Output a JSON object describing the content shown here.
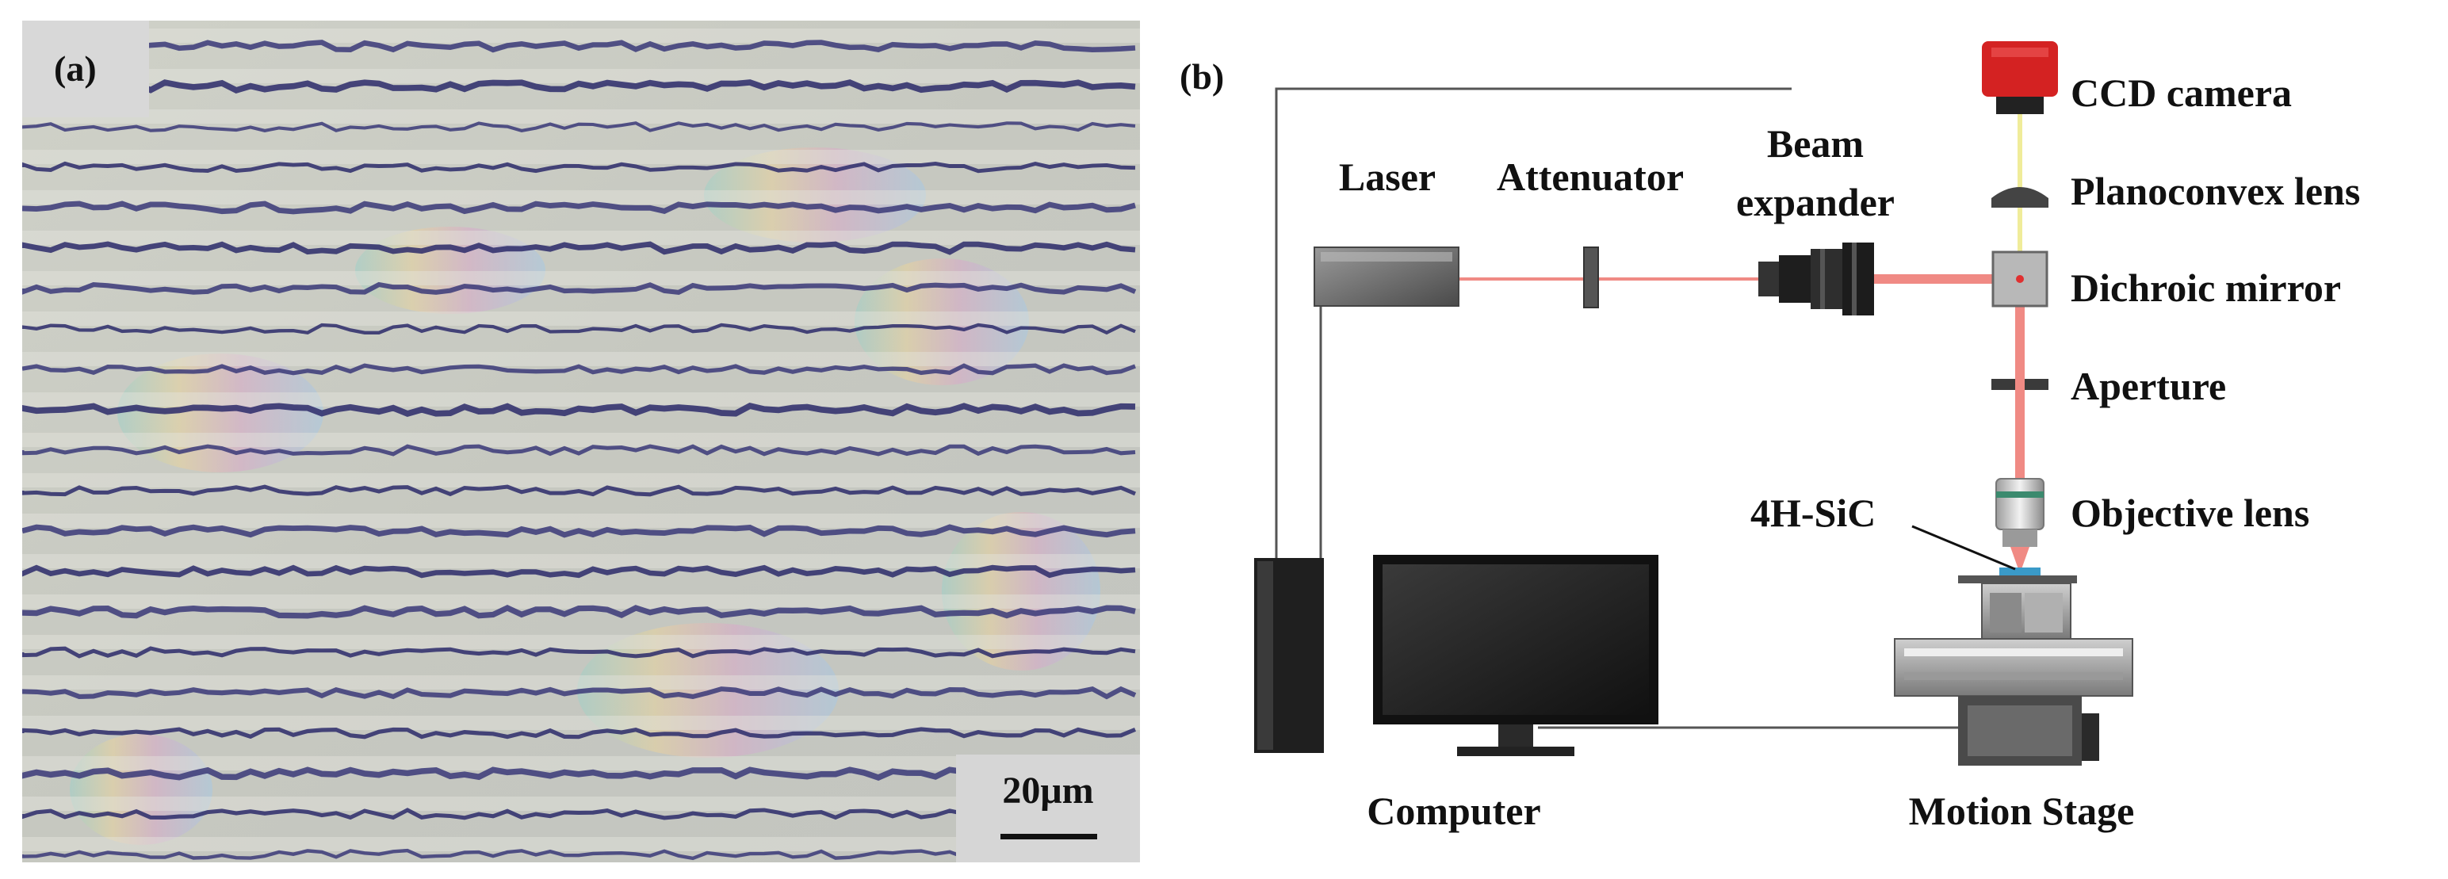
{
  "panel_a": {
    "label": "(a)",
    "scale_bar": "20μm"
  },
  "panel_b": {
    "label": "(b)",
    "components": {
      "ccd_camera": "CCD camera",
      "planoconvex_lens": "Planoconvex lens",
      "dichroic_mirror": "Dichroic mirror",
      "aperture": "Aperture",
      "objective_lens": "Objective lens",
      "sample": "4H-SiC",
      "laser": "Laser",
      "attenuator": "Attenuator",
      "beam_expander_line1": "Beam",
      "beam_expander_line2": "expander",
      "computer": "Computer",
      "motion_stage": "Motion Stage"
    },
    "colors": {
      "camera": "#d42222",
      "laser_beam": "#f08a84",
      "imaging_beam": "#f0ec9a",
      "sample": "#3a9ac8"
    }
  }
}
